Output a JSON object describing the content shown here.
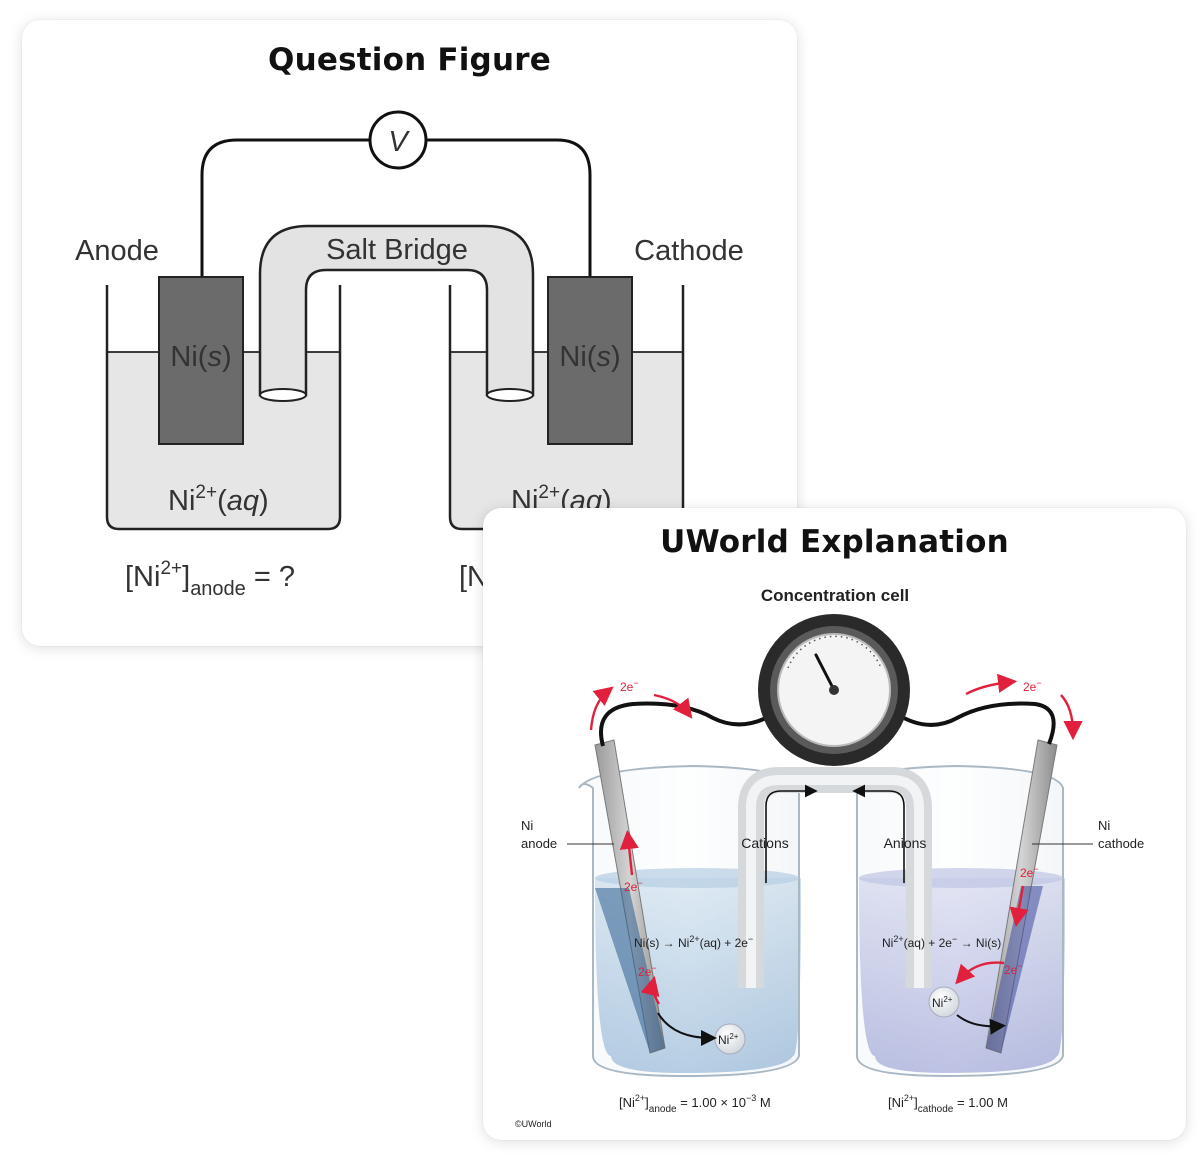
{
  "question_figure": {
    "title": "Question Figure",
    "voltmeter_symbol": "V",
    "anode_label": "Anode",
    "cathode_label": "Cathode",
    "salt_bridge_label": "Salt Bridge",
    "electrode_text": "Ni(",
    "electrode_phase": "s",
    "electrode_close": ")",
    "solution_text": "Ni",
    "solution_charge": "2+",
    "solution_phase_open": "(",
    "solution_phase": "aq",
    "solution_phase_close": ")",
    "concentration_open": "[Ni",
    "concentration_charge": "2+",
    "concentration_close": "]",
    "anode_subscript": "anode",
    "anode_value": " = ?",
    "right_concentration_partial": "[N"
  },
  "explanation_figure": {
    "title": "UWorld Explanation",
    "subtitle": "Concentration cell",
    "electron_label": "2e",
    "electron_sup": "−",
    "left_electrode_line1": "Ni",
    "left_electrode_line2": "anode",
    "right_electrode_line1": "Ni",
    "right_electrode_line2": "cathode",
    "cations_label": "Cations",
    "anions_label": "Anions",
    "anode_reaction_a": "Ni(s) → Ni",
    "anode_reaction_sup": "2+",
    "anode_reaction_b": "(aq) + 2e",
    "anode_reaction_sup2": "−",
    "cathode_reaction_a": "Ni",
    "cathode_reaction_sup": "2+",
    "cathode_reaction_b": "(aq) + 2e",
    "cathode_reaction_sup2": "−",
    "cathode_reaction_c": " → Ni(s)",
    "ion_label": "Ni",
    "ion_sup": "2+",
    "anode_conc_a": "[Ni",
    "anode_conc_sup": "2+",
    "anode_conc_b": "]",
    "anode_conc_sub": "anode",
    "anode_conc_value": " = 1.00 × 10",
    "anode_conc_exp": "−3",
    "anode_conc_unit": " M",
    "cathode_conc_a": "[Ni",
    "cathode_conc_sup": "2+",
    "cathode_conc_b": "]",
    "cathode_conc_sub": "cathode",
    "cathode_conc_value": " = 1.00 M",
    "copyright": "©UWorld"
  }
}
